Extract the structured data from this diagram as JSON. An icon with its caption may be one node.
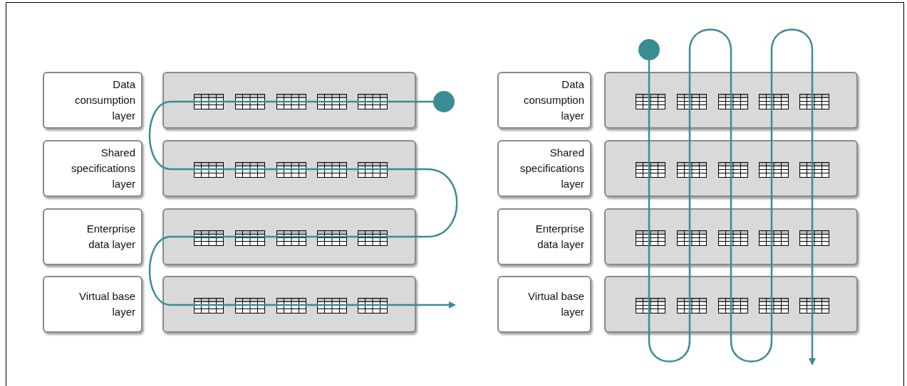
{
  "diagram": {
    "nodes": [
      {
        "text": [
          "Data consumption layer"
        ]
      },
      {
        "text": [
          "Shared specifications layer"
        ]
      },
      {
        "text": [
          "Enterprise data layer"
        ]
      },
      {
        "text": [
          "Virtual base layer"
        ]
      },
      {
        "text": [],
        "shape": "bar"
      },
      {
        "text": [],
        "shape": "bar"
      },
      {
        "text": [],
        "shape": "bar"
      },
      {
        "text": [],
        "shape": "bar"
      },
      {
        "text": [],
        "shape": "circle"
      },
      {
        "text": [
          "Data consumption layer"
        ]
      },
      {
        "text": [
          "Shared specifications layer"
        ]
      },
      {
        "text": [
          "Enterprise data layer"
        ]
      },
      {
        "text": [
          "Virtual base layer"
        ]
      },
      {
        "text": [],
        "shape": "bar"
      },
      {
        "text": [],
        "shape": "bar"
      },
      {
        "text": [],
        "shape": "bar"
      },
      {
        "text": [],
        "shape": "bar"
      },
      {
        "text": [],
        "shape": "circle"
      }
    ],
    "edges": [
      {
        "from": 8,
        "to": null,
        "arrow": "to"
      },
      {
        "from": 17,
        "to": null,
        "arrow": "to"
      }
    ]
  }
}
